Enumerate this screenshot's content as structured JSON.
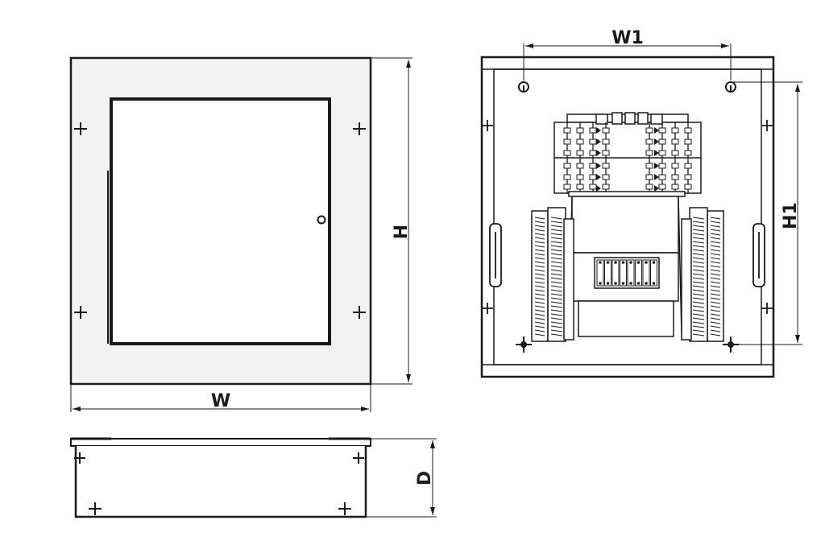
{
  "labels": {
    "width": "W",
    "height": "H",
    "depth": "D",
    "mount_width": "W1",
    "mount_height": "H1"
  },
  "colors": {
    "line": "#1a1a1a",
    "frame_fill": "#f2f2f2",
    "background": "#ffffff"
  },
  "views": [
    "front-view",
    "back-view",
    "side-view"
  ]
}
